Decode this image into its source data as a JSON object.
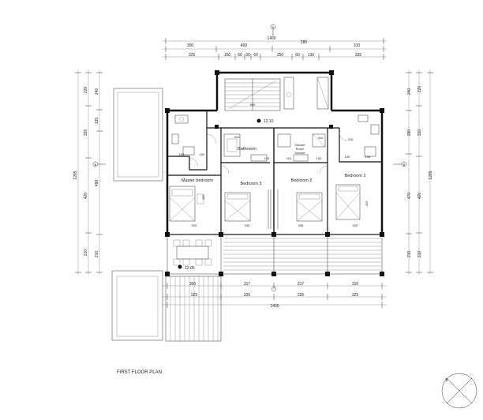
{
  "title": "FIRST FLOOR PLAN",
  "top_dims": {
    "total": "1400",
    "row1": [
      "300",
      "400",
      "280",
      "310"
    ],
    "row2": [
      "325",
      "150",
      "60",
      "30",
      "60",
      "250",
      "60",
      "130",
      "335"
    ]
  },
  "bottom_dims": {
    "total": "1400",
    "row1": [
      "300",
      "317",
      "317",
      "310"
    ],
    "row2": [
      "325",
      "335",
      "335",
      "325"
    ]
  },
  "left_dims": {
    "total": "1285",
    "outer": [
      "220",
      "335",
      "420",
      "210"
    ],
    "inner": [
      "240",
      "135",
      "490",
      "210"
    ]
  },
  "right_dims": {
    "total": "1285",
    "outer": [
      "240",
      "280",
      "470",
      "210"
    ],
    "inner": [
      "220",
      "310",
      "420",
      "210"
    ]
  },
  "rooms": {
    "master_bedroom": "Master bedroom",
    "bedroom3": "Bedroom 3",
    "bedroom2": "Bedroom 2",
    "bedroom1": "Bedroom 1",
    "bathroom": "Bathroom",
    "shower": "Shower",
    "shower_room_l1": "Shower",
    "shower_room_l2": "Room"
  },
  "room_dims": {
    "stair_600": "600",
    "master_wc_155": "155",
    "master_wc_100": "100",
    "bath_310": "310",
    "bath_110": "110",
    "shower_110": "110",
    "shower_100": "100",
    "shower_310": "310",
    "right_310": "310",
    "right_100": "100",
    "right_155": "155",
    "mb_420": "420",
    "mb_325": "325",
    "b3_335": "335",
    "b2_335": "335",
    "b1_420": "420",
    "b1_325": "325"
  },
  "levels": {
    "upper": "12.10",
    "lower": "12.05"
  },
  "section_labels": {
    "a_top": "A",
    "b_left": "B",
    "b_right": "B"
  },
  "compass": "B"
}
